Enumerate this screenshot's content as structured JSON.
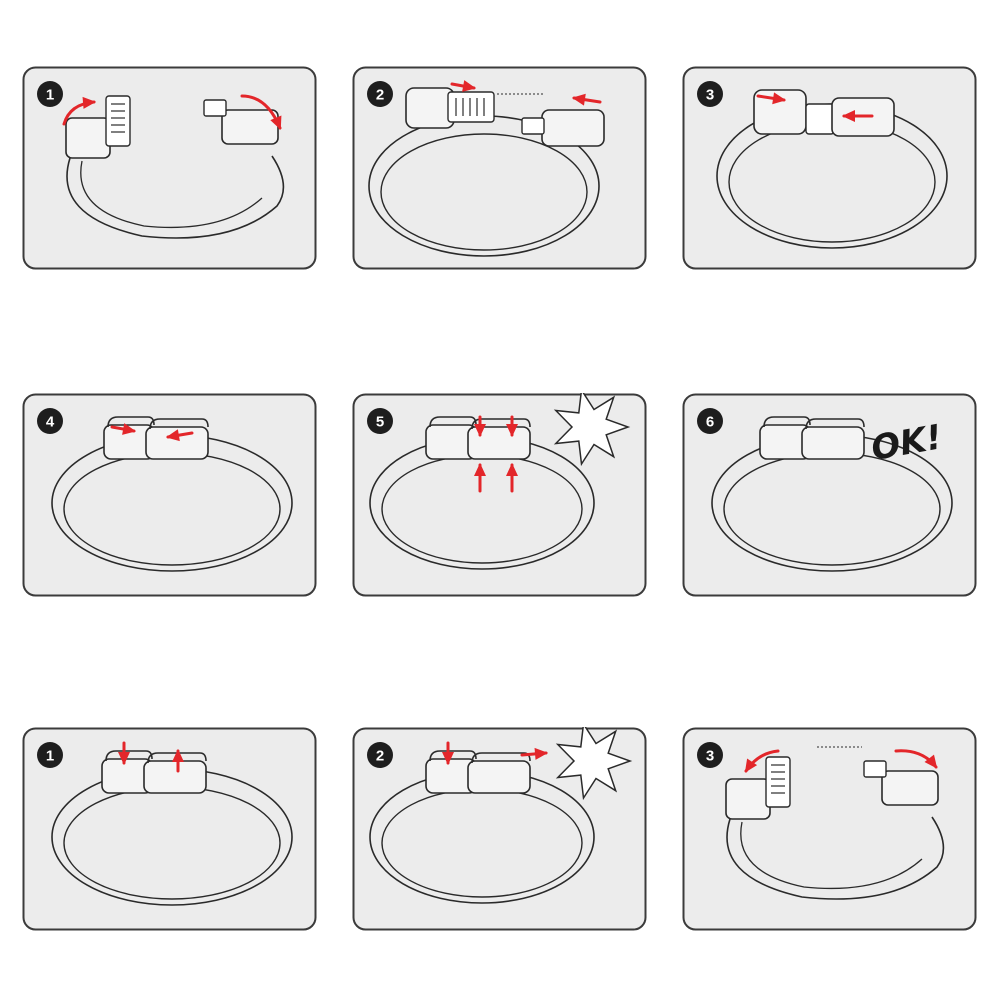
{
  "colors": {
    "panel_fill": "#ececec",
    "panel_border": "#3b3b3b",
    "arrow": "#e3262a",
    "badge": "#1e1e1e",
    "line": "#2a2a2a"
  },
  "panels": [
    {
      "step": "1",
      "scene": "open"
    },
    {
      "step": "2",
      "scene": "align"
    },
    {
      "step": "3",
      "scene": "insert"
    },
    {
      "step": "4",
      "scene": "push"
    },
    {
      "step": "5",
      "scene": "press"
    },
    {
      "step": "6",
      "scene": "ok",
      "exclaim": "OK!"
    },
    {
      "step": "1",
      "scene": "release"
    },
    {
      "step": "2",
      "scene": "slide"
    },
    {
      "step": "3",
      "scene": "separate"
    }
  ]
}
